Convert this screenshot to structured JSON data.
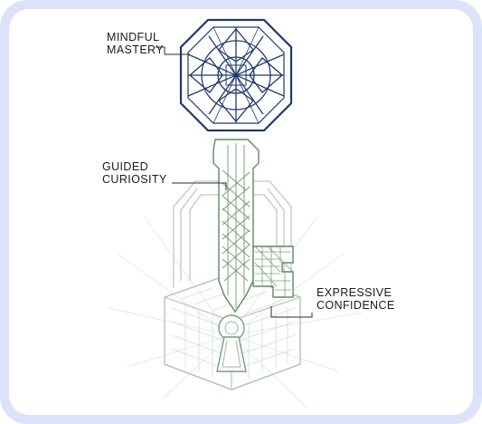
{
  "labels": {
    "mindful_mastery": {
      "line1": "MINDFUL",
      "line2": "MASTERY"
    },
    "guided_curiosity": {
      "line1": "GUIDED",
      "line2": "CURIOSITY"
    },
    "expressive_confidence": {
      "line1": "EXPRESSIVE",
      "line2": "CONFIDENCE"
    }
  },
  "colors": {
    "frame": "#dbe3fb",
    "key_head": "#1f3a6e",
    "key_shaft": "#5e8a62",
    "lock_outline": "#b9cdb9",
    "lock_lines": "#d7e2d7",
    "leader_line": "#2b2b2b"
  },
  "icons": {
    "key": "ornate-key-illustration",
    "padlock": "padlock-illustration",
    "keyhole": "keyhole-icon"
  }
}
